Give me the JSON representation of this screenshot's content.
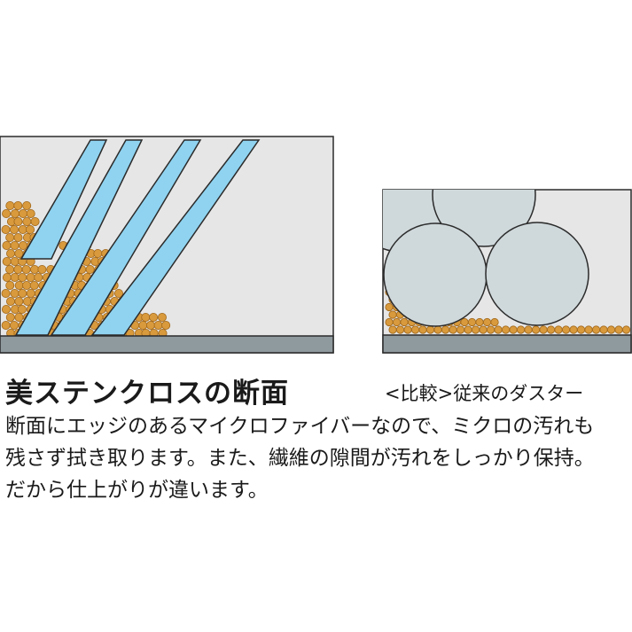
{
  "title": "美ステンクロスの断面",
  "comparison_label": "<比較>従来のダスター",
  "description": [
    "断面にエッジのあるマイクロファイバーなので、ミクロの汚れも",
    "残さず拭き取ります。また、繊維の隙間が汚れをしっかり保持。",
    "だから仕上がりが違います。"
  ],
  "colors": {
    "panel_fill": "#e6e6e6",
    "panel_border": "#2b2b2b",
    "base_fill": "#8f9a9e",
    "fiber_fill": "#8fd3f0",
    "fiber_stroke": "#2b2b2b",
    "particle_fill": "#d89a3c",
    "particle_stroke": "#a0661a",
    "duster_fiber_fill": "#cfd8db",
    "duster_fiber_stroke": "#2b2b2b"
  }
}
